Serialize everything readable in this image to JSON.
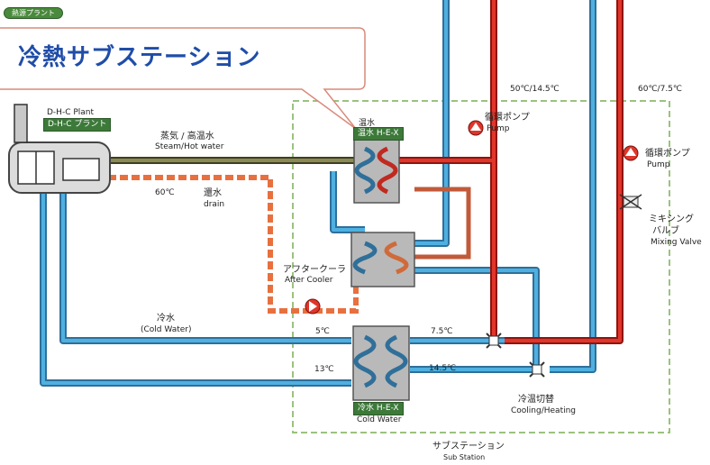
{
  "top_tag": "熱源プラント",
  "callout": {
    "title": "冷熱サブステーション"
  },
  "plant": {
    "label_en": "D-H-C Plant",
    "label_jp": "D-H-C プラント"
  },
  "steam": {
    "jp": "蒸気 / 高温水",
    "en": "Steam/Hot water"
  },
  "drain": {
    "temp": "60℃",
    "jp": "還水",
    "en": "drain"
  },
  "warm_hex": {
    "caption": "温水",
    "tag": "温水 H-E-X"
  },
  "pump1": {
    "jp": "循環ポンプ",
    "en": "Pump"
  },
  "pump2": {
    "jp": "循環ポンプ",
    "en": "Pump"
  },
  "temps": {
    "supply_a": "50℃/14.5℃",
    "supply_b": "60℃/7.5℃",
    "t5": "5℃",
    "t13": "13℃",
    "t75": "7.5℃",
    "t145": "14.5℃"
  },
  "mixing_valve": {
    "jp1": "ミキシング",
    "jp2": "バルブ",
    "en": "Mixing Valve"
  },
  "after_cooler": {
    "jp": "アフタークーラ",
    "en": "After Cooler"
  },
  "cold_water": {
    "jp": "冷水",
    "en": "(Cold Water)"
  },
  "cold_hex": {
    "tag": "冷水 H-E-X",
    "en": "Cold Water"
  },
  "changeover": {
    "jp": "冷温切替",
    "en": "Cooling/Heating"
  },
  "substation": {
    "jp": "サブステーション",
    "en": "Sub Station"
  },
  "colors": {
    "blue": "#3b93c7",
    "red": "#d42a1f",
    "orange": "#e8703f",
    "olive": "#5e5e3a",
    "green_dash": "#9bc27f",
    "tag_green": "#3d7a3a",
    "callout_text": "#1f4da8",
    "callout_border": "#d98a7a"
  }
}
